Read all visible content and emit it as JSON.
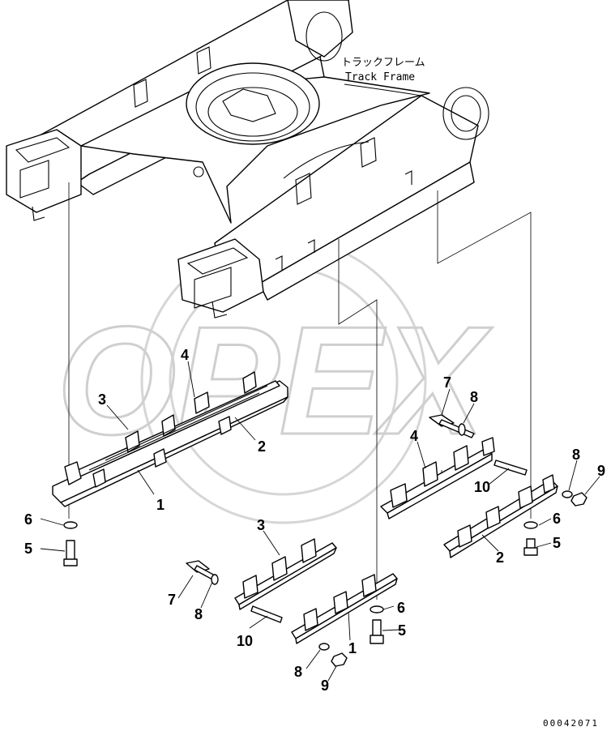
{
  "diagram": {
    "title_jp": "トラックフレーム",
    "title_en": "Track Frame",
    "watermark": "OPEX",
    "doc_number": "00042071",
    "callouts": [
      {
        "id": "c1a",
        "label": "1"
      },
      {
        "id": "c2a",
        "label": "2"
      },
      {
        "id": "c3a",
        "label": "3"
      },
      {
        "id": "c4a",
        "label": "4"
      },
      {
        "id": "c6a",
        "label": "6"
      },
      {
        "id": "c5a",
        "label": "5"
      },
      {
        "id": "c7b",
        "label": "7"
      },
      {
        "id": "c8b",
        "label": "8"
      },
      {
        "id": "c4b",
        "label": "4"
      },
      {
        "id": "c10b",
        "label": "10"
      },
      {
        "id": "c8c",
        "label": "8"
      },
      {
        "id": "c9c",
        "label": "9"
      },
      {
        "id": "c6b",
        "label": "6"
      },
      {
        "id": "c5b",
        "label": "5"
      },
      {
        "id": "c2b",
        "label": "2"
      },
      {
        "id": "c3c",
        "label": "3"
      },
      {
        "id": "c7c",
        "label": "7"
      },
      {
        "id": "c8d",
        "label": "8"
      },
      {
        "id": "c6c",
        "label": "6"
      },
      {
        "id": "c5c",
        "label": "5"
      },
      {
        "id": "c1c",
        "label": "1"
      },
      {
        "id": "c10c",
        "label": "10"
      },
      {
        "id": "c8e",
        "label": "8"
      },
      {
        "id": "c9e",
        "label": "9"
      }
    ]
  }
}
